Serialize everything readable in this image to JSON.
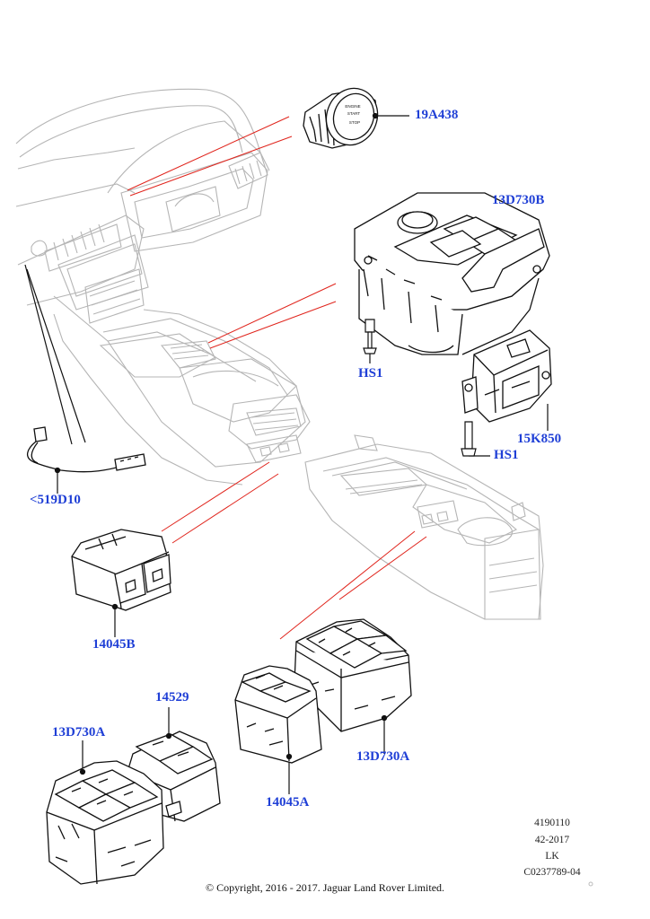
{
  "callouts": {
    "start_stop_button": "19A438",
    "gear_selector_module": "13D730B",
    "screw_upper": "HS1",
    "screw_lower": "HS1",
    "module_bracket": "15K850",
    "wiring_harness": "<519D10",
    "switch_pack_small": "14045B",
    "switch_pack_rear_small": "14045A",
    "switch_pack_rear_large": "13D730A",
    "switch_pack_front_large": "13D730A",
    "seat_switch": "14529"
  },
  "button_face": {
    "line1": "ENGINE",
    "line2": "START",
    "line3": "STOP"
  },
  "meta": {
    "code1": "4190110",
    "code2": "42-2017",
    "code3": "LK",
    "code4": "C0237789-04"
  },
  "copyright": "© Copyright, 2016 - 2017. Jaguar Land Rover Limited.",
  "colors": {
    "callout_text": "#1f3fd6",
    "leader_line_red": "#e0241c",
    "dashboard_line": "#b8b8b8",
    "part_line": "#111111"
  }
}
